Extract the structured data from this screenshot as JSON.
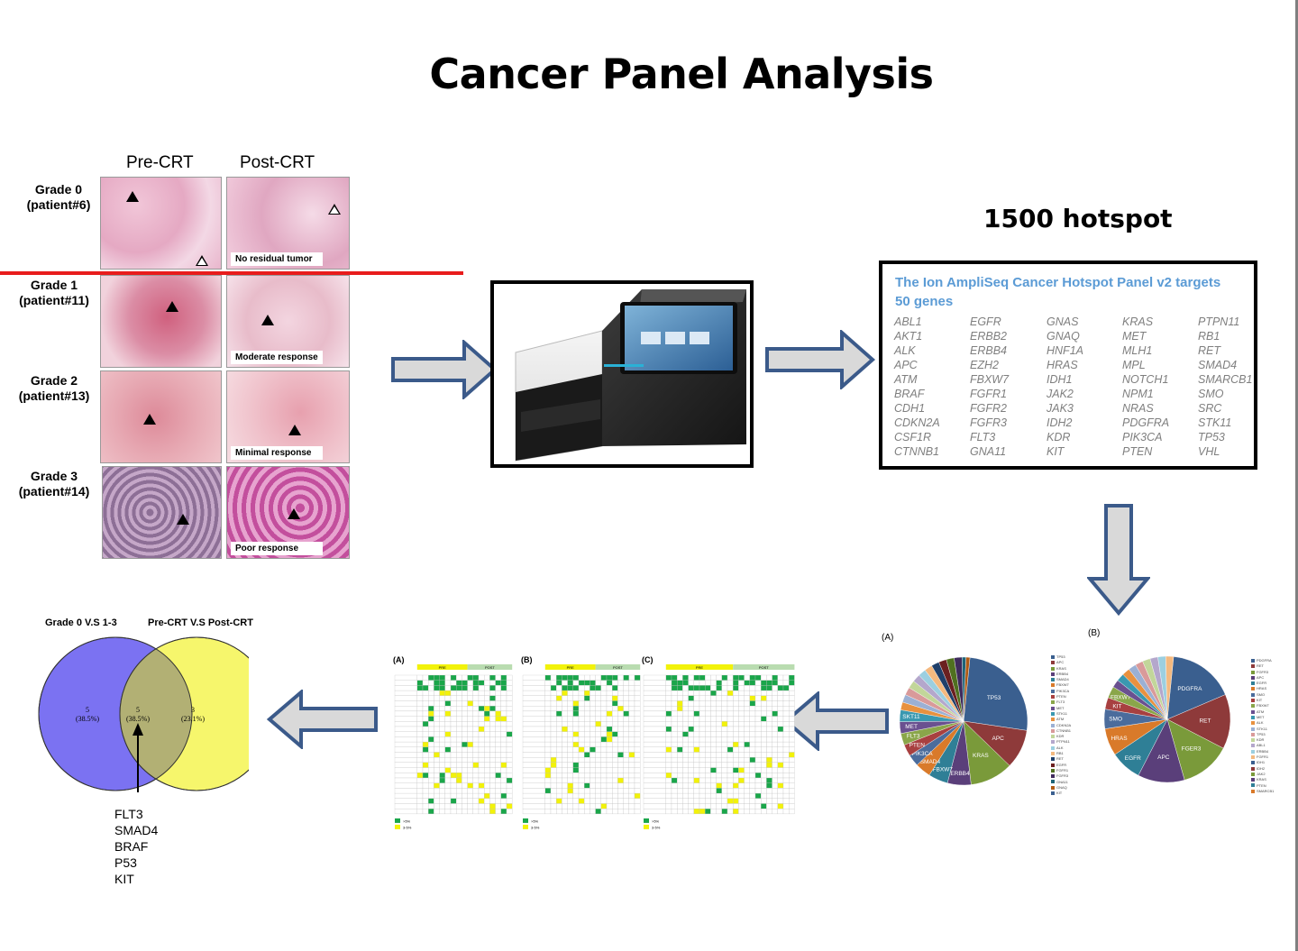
{
  "title": "Cancer Panel Analysis",
  "histology": {
    "pre_label": "Pre-CRT",
    "post_label": "Post-CRT",
    "rows": [
      {
        "grade": "Grade  0",
        "patient": "(patient#6)",
        "caption": "No residual tumor"
      },
      {
        "grade": "Grade  1",
        "patient": "(patient#11)",
        "caption": "Moderate response"
      },
      {
        "grade": "Grade  2",
        "patient": "(patient#13)",
        "caption": "Minimal response"
      },
      {
        "grade": "Grade  3",
        "patient": "(patient#14)",
        "caption": "Poor response"
      }
    ]
  },
  "hotspot_label": "1500 hotspot",
  "gene_panel": {
    "title_line1": "The Ion AmpliSeq Cancer Hotspot Panel v2 targets",
    "title_line2": "50 genes",
    "columns": [
      [
        "ABL1",
        "AKT1",
        "ALK",
        "APC",
        "ATM",
        "BRAF",
        "CDH1",
        "CDKN2A",
        "CSF1R",
        "CTNNB1"
      ],
      [
        "EGFR",
        "ERBB2",
        "ERBB4",
        "EZH2",
        "FBXW7",
        "FGFR1",
        "FGFR2",
        "FGFR3",
        "FLT3",
        "GNA11"
      ],
      [
        "GNAS",
        "GNAQ",
        "HNF1A",
        "HRAS",
        "IDH1",
        "JAK2",
        "JAK3",
        "IDH2",
        "KDR",
        "KIT"
      ],
      [
        "KRAS",
        "MET",
        "MLH1",
        "MPL",
        "NOTCH1",
        "NPM1",
        "NRAS",
        "PDGFRA",
        "PIK3CA",
        "PTEN"
      ],
      [
        "PTPN11",
        "RB1",
        "RET",
        "SMAD4",
        "SMARCB1",
        "SMO",
        "SRC",
        "STK11",
        "TP53",
        "VHL"
      ]
    ]
  },
  "pies": [
    {
      "panel": "(A)",
      "slices": [
        {
          "label": "TP53",
          "value": 26,
          "color": "#3a5f8f"
        },
        {
          "label": "APC",
          "value": 10,
          "color": "#8e3a3a"
        },
        {
          "label": "KRAS",
          "value": 11,
          "color": "#7a9a3a"
        },
        {
          "label": "ERBB4",
          "value": 6,
          "color": "#5a3f7a"
        },
        {
          "label": "FBXW7",
          "value": 5,
          "color": "#2f7f96"
        },
        {
          "label": "SMAD4",
          "value": 4,
          "color": "#d97a2a"
        },
        {
          "label": "PIK3CA",
          "value": 3,
          "color": "#4b6c9c"
        },
        {
          "label": "PTEN",
          "value": 3,
          "color": "#a84040"
        },
        {
          "label": "FLT3",
          "value": 3,
          "color": "#8aa64a"
        },
        {
          "label": "MET",
          "value": 3,
          "color": "#6a5090"
        },
        {
          "label": "SKT11",
          "value": 3,
          "color": "#3a98b0"
        },
        {
          "label": "",
          "value": 2,
          "color": "#e8913f"
        },
        {
          "label": "",
          "value": 2,
          "color": "#9bb0d4"
        },
        {
          "label": "",
          "value": 2,
          "color": "#d99a9a"
        },
        {
          "label": "",
          "value": 2,
          "color": "#c2d69a"
        },
        {
          "label": "",
          "value": 2,
          "color": "#b4a7cc"
        },
        {
          "label": "",
          "value": 2,
          "color": "#9ccfe0"
        },
        {
          "label": "",
          "value": 2,
          "color": "#f4b97f"
        },
        {
          "label": "",
          "value": 2,
          "color": "#1f3f6a"
        },
        {
          "label": "",
          "value": 2,
          "color": "#6b2020"
        },
        {
          "label": "",
          "value": 2,
          "color": "#50701f"
        },
        {
          "label": "",
          "value": 2,
          "color": "#3f2a5c"
        },
        {
          "label": "",
          "value": 1,
          "color": "#1d6478"
        },
        {
          "label": "",
          "value": 1,
          "color": "#b05a14"
        }
      ],
      "legend": [
        "TP53",
        "APC",
        "KRAS",
        "ERBB4",
        "SMAD4",
        "FBXW7",
        "PIK3CA",
        "PTEN",
        "FLT3",
        "MET",
        "STK11",
        "ATM",
        "CDKN2A",
        "CTNNB1",
        "KDR",
        "PTPN11",
        "ALK",
        "RB1",
        "RET",
        "EGFR",
        "FGFR1",
        "FGFR3",
        "GNA11",
        "GNAQ",
        "KIT"
      ]
    },
    {
      "panel": "(B)",
      "slices": [
        {
          "label": "PDGFRA",
          "value": 17,
          "color": "#3a5f8f"
        },
        {
          "label": "RET",
          "value": 14,
          "color": "#8e3a3a"
        },
        {
          "label": "FGER3",
          "value": 13,
          "color": "#7a9a3a"
        },
        {
          "label": "APC",
          "value": 12,
          "color": "#5a3f7a"
        },
        {
          "label": "EGFR",
          "value": 8,
          "color": "#2f7f96"
        },
        {
          "label": "HRAS",
          "value": 7,
          "color": "#d97a2a"
        },
        {
          "label": "SMO",
          "value": 5,
          "color": "#4b6c9c"
        },
        {
          "label": "KIT",
          "value": 3,
          "color": "#a84040"
        },
        {
          "label": "FBXW7",
          "value": 3,
          "color": "#8aa64a"
        },
        {
          "label": "",
          "value": 2,
          "color": "#6a5090"
        },
        {
          "label": "",
          "value": 2,
          "color": "#3a98b0"
        },
        {
          "label": "",
          "value": 2,
          "color": "#e8913f"
        },
        {
          "label": "",
          "value": 2,
          "color": "#9bb0d4"
        },
        {
          "label": "",
          "value": 2,
          "color": "#d99a9a"
        },
        {
          "label": "",
          "value": 2,
          "color": "#c2d69a"
        },
        {
          "label": "",
          "value": 2,
          "color": "#b4a7cc"
        },
        {
          "label": "",
          "value": 2,
          "color": "#9ccfe0"
        },
        {
          "label": "",
          "value": 2,
          "color": "#f4b97f"
        }
      ],
      "legend": [
        "PDGFRA",
        "RET",
        "FGFR3",
        "APC",
        "EGFR",
        "HRAS",
        "SMO",
        "KIT",
        "FBXW7",
        "ATM",
        "MET",
        "ALK",
        "STK11",
        "TP53",
        "KDR",
        "ABL1",
        "ERBB4",
        "FGFR1",
        "IDH1",
        "IDH2",
        "JAK2",
        "KRAS",
        "PTEN",
        "SMARCB1"
      ]
    }
  ],
  "heatmaps": [
    {
      "panel": "(A)",
      "group1": "PRE",
      "group2": "POST",
      "legend": [
        ">5%",
        "3-5%"
      ]
    },
    {
      "panel": "(B)",
      "group1": "PRE",
      "group2": "POST",
      "legend": [
        ">5%",
        "3-5%"
      ]
    },
    {
      "panel": "(C)",
      "group1": "PRE",
      "group2": "POST",
      "legend": [
        ">5%",
        "3-5%"
      ]
    }
  ],
  "venn": {
    "heading_left": "Grade 0 V.S 1-3",
    "heading_right": "Pre-CRT V.S Post-CRT",
    "left_count": "5",
    "left_pct": "(38.5%)",
    "mid_count": "5",
    "mid_pct": "(38.5%)",
    "right_count": "3",
    "right_pct": "(23.1%)",
    "genes": [
      "FLT3",
      "SMAD4",
      "BRAF",
      "P53",
      "KIT"
    ],
    "colors": {
      "left": "#7b72f2",
      "right": "#f6f66c",
      "overlap": "#b2b074"
    }
  },
  "colors": {
    "arrow_fill": "#d9d9d9",
    "arrow_stroke": "#3b5a8a",
    "red_line": "#e81c1c",
    "gene_title": "#5b9bd5"
  }
}
